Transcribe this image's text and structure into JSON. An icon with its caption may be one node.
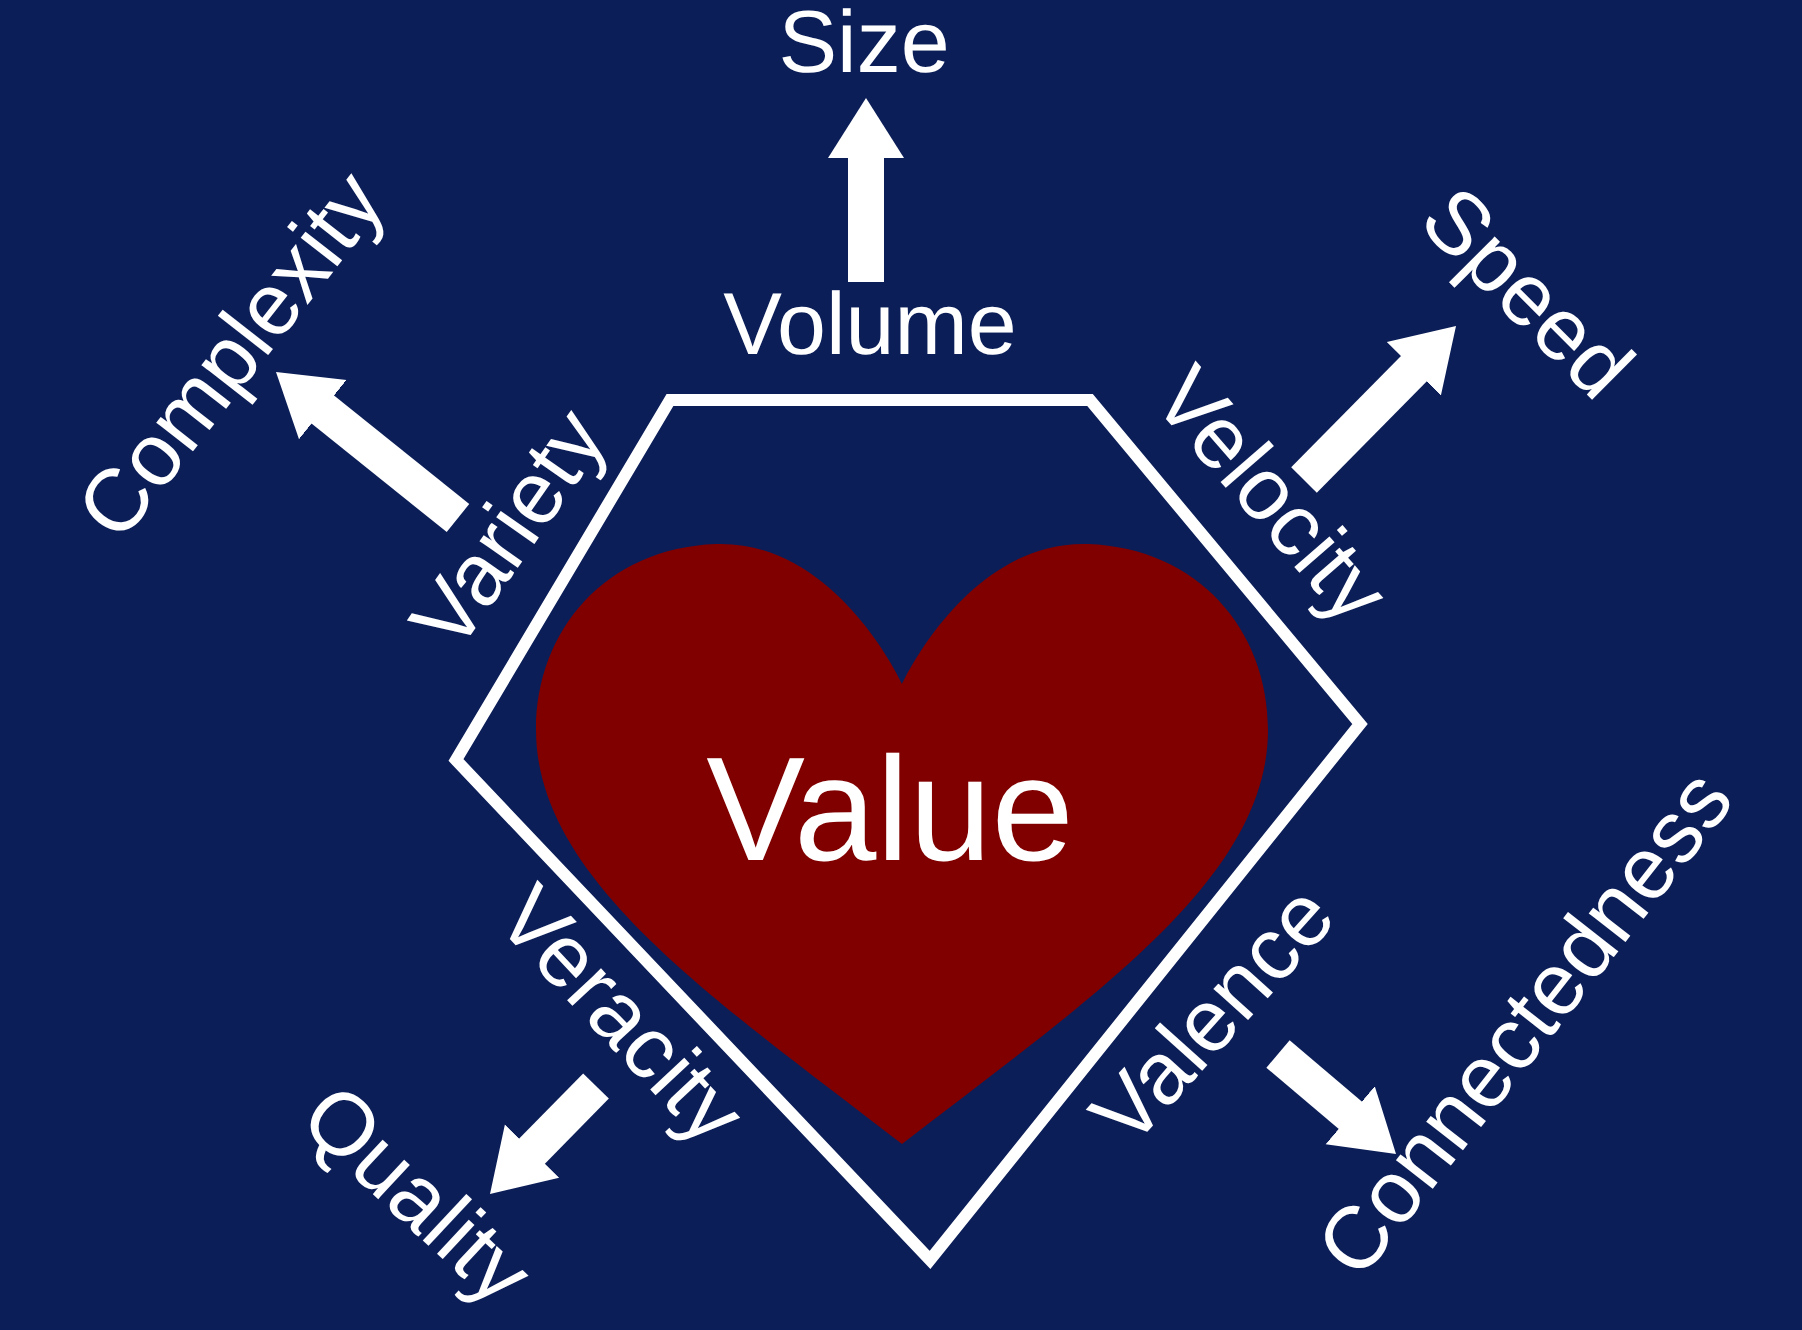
{
  "diagram": {
    "nodes": [
      {
        "text": [],
        "shape": "diamond"
      },
      {
        "text": [
          "Value"
        ],
        "in": 0
      },
      {
        "text": [
          "Volume"
        ]
      },
      {
        "text": [
          "Size"
        ]
      },
      {
        "text": [
          "Variety"
        ]
      },
      {
        "text": [
          "Complexity"
        ]
      },
      {
        "text": [
          "Velocity"
        ]
      },
      {
        "text": [
          "Speed"
        ]
      },
      {
        "text": [
          "Veracity"
        ]
      },
      {
        "text": [
          "Quality"
        ]
      },
      {
        "text": [
          "Valence"
        ]
      },
      {
        "text": [
          "Connectedness"
        ]
      }
    ],
    "edges": [
      {
        "from": 2,
        "to": 3,
        "arrow": "to"
      },
      {
        "from": 4,
        "to": 5,
        "arrow": "to"
      },
      {
        "from": 6,
        "to": 7,
        "arrow": "to"
      },
      {
        "from": 8,
        "to": 9,
        "arrow": "to"
      },
      {
        "from": 10,
        "to": 11,
        "arrow": "to"
      }
    ]
  }
}
